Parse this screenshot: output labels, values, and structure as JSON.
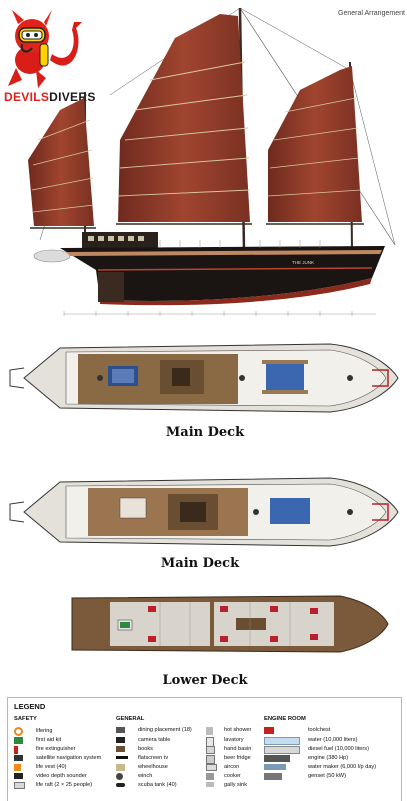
{
  "logo": {
    "prefix": "DEVILS",
    "suffix": "DIVERS"
  },
  "header_title": "General Arrangement",
  "ship_name": "THE JUNK",
  "decks": [
    {
      "label": "Main Deck"
    },
    {
      "label": "Main Deck"
    },
    {
      "label": "Lower Deck"
    }
  ],
  "legend": {
    "title": "LEGEND",
    "columns": [
      {
        "heading": "SAFETY",
        "items": [
          {
            "icon": "lifering-icon",
            "label": "lifering"
          },
          {
            "icon": "first-aid-kit-icon",
            "label": "first aid kit"
          },
          {
            "icon": "fire-extinguisher-icon",
            "label": "fire extinguisher"
          },
          {
            "icon": "satellite-navigation-icon",
            "label": "satellite navigation system"
          },
          {
            "icon": "life-vest-icon",
            "label": "life vest (40)"
          },
          {
            "icon": "video-depth-sounder-icon",
            "label": "video depth sounder"
          },
          {
            "icon": "life-raft-icon",
            "label": "life raft (2 × 25 people)"
          }
        ]
      },
      {
        "heading": "GENERAL",
        "items": [
          {
            "icon": "dining-placement-icon",
            "label": "dining placement (18)"
          },
          {
            "icon": "camera-table-icon",
            "label": "camera table"
          },
          {
            "icon": "books-icon",
            "label": "books"
          },
          {
            "icon": "flatscreen-tv-icon",
            "label": "flatscreen tv"
          },
          {
            "icon": "wheelhouse-icon",
            "label": "wheelhouse"
          },
          {
            "icon": "winch-icon",
            "label": "winch"
          },
          {
            "icon": "scuba-tank-icon",
            "label": "scuba tank (40)"
          }
        ]
      },
      {
        "heading": "",
        "items": [
          {
            "icon": "hot-shower-icon",
            "label": "hot shower"
          },
          {
            "icon": "lavatory-icon",
            "label": "lavatory"
          },
          {
            "icon": "hand-basin-icon",
            "label": "hand basin"
          },
          {
            "icon": "beer-fridge-icon",
            "label": "beer fridge"
          },
          {
            "icon": "aircon-icon",
            "label": "aircon"
          },
          {
            "icon": "cooker-icon",
            "label": "cooker"
          },
          {
            "icon": "galley-sink-icon",
            "label": "gally sink"
          }
        ]
      },
      {
        "heading": "ENGINE ROOM",
        "items": [
          {
            "icon": "toolchest-icon",
            "label": "toolchest"
          },
          {
            "icon": "water-tank-icon",
            "label": "water (10,000 liters)"
          },
          {
            "icon": "diesel-tank-icon",
            "label": "diesel fuel (10,000 liters)"
          },
          {
            "icon": "engine-icon",
            "label": "engine (380 Hp)"
          },
          {
            "icon": "water-maker-icon",
            "label": "water maker (6,000 l/p day)"
          },
          {
            "icon": "genset-icon",
            "label": "genset (50 kW)"
          }
        ]
      }
    ]
  },
  "colors": {
    "sail": "#8e3b2a",
    "hull": "#1a1412",
    "hull_stripe": "#b8452e",
    "deck_wood": "#8a6a45",
    "logo_red": "#e0201a"
  }
}
